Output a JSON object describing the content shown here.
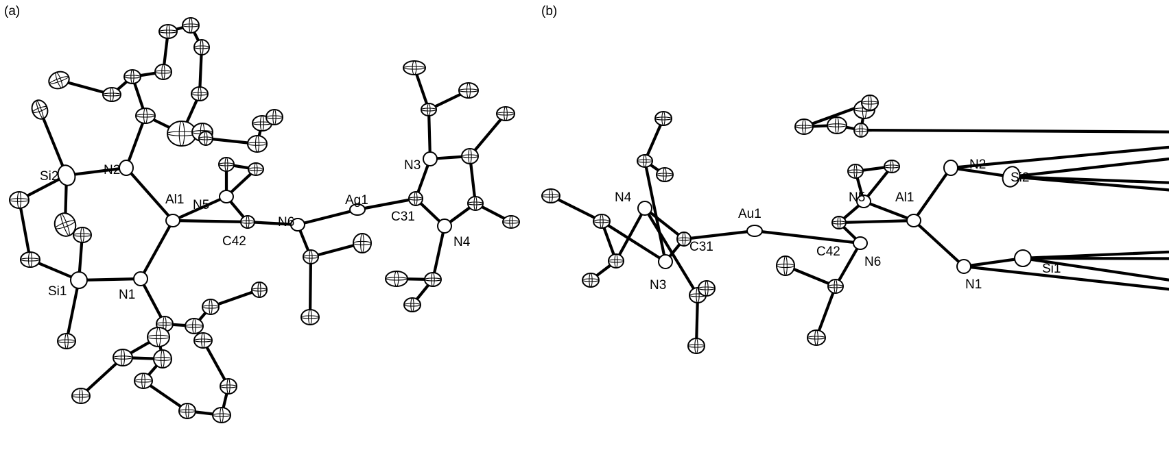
{
  "panels": [
    {
      "id": "a",
      "label": "(a)",
      "atom_labels": [
        "Si2",
        "N2",
        "Al1",
        "N5",
        "N6",
        "Ag1",
        "N3",
        "C31",
        "C42",
        "N4",
        "Si1",
        "N1"
      ]
    },
    {
      "id": "b",
      "label": "(b)",
      "atom_labels": [
        "N4",
        "Au1",
        "N5",
        "Al1",
        "N2",
        "Si2",
        "C31",
        "C42",
        "N6",
        "N3",
        "N1",
        "Si1"
      ]
    }
  ]
}
